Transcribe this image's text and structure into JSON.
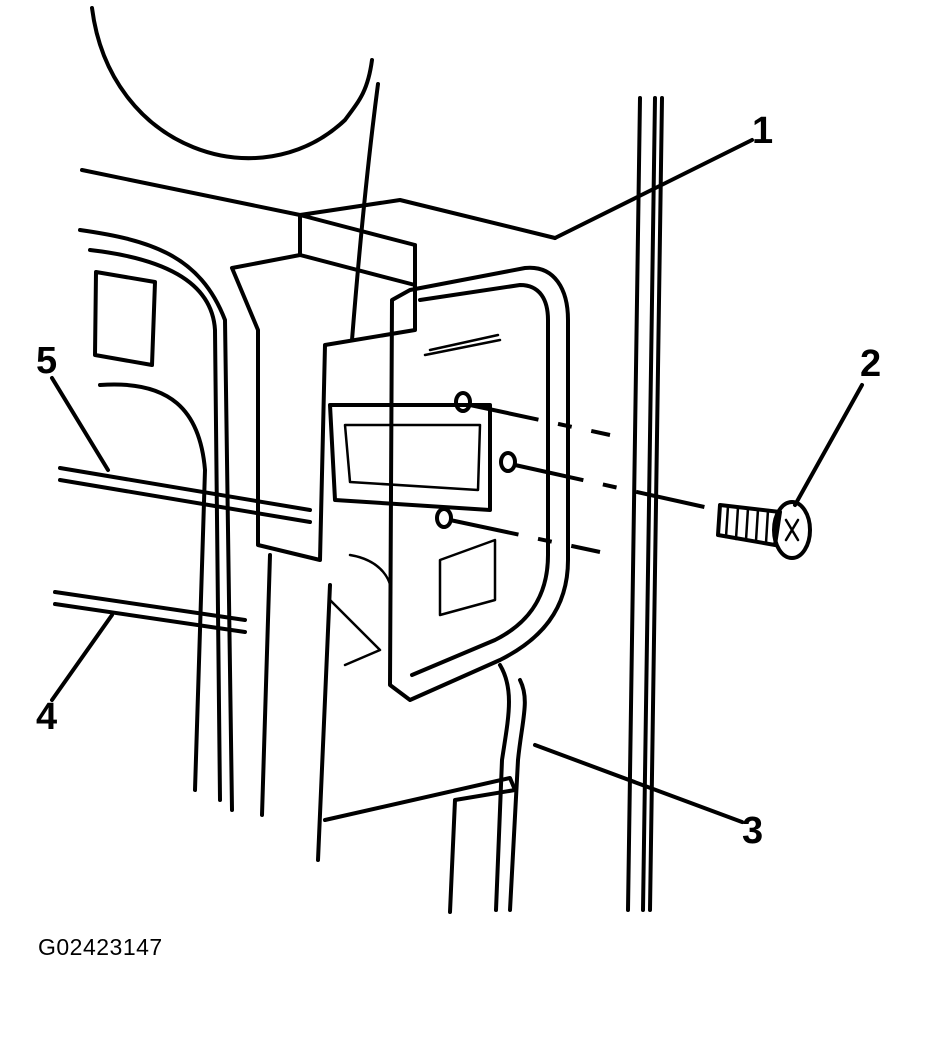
{
  "figure": {
    "id_code": "G02423147"
  },
  "callouts": [
    {
      "number": "1",
      "part": "latch-assembly"
    },
    {
      "number": "2",
      "part": "latch-bolt"
    },
    {
      "number": "3",
      "part": "door-panel"
    },
    {
      "number": "4",
      "part": "lower-rod"
    },
    {
      "number": "5",
      "part": "upper-rod"
    }
  ],
  "colors": {
    "line": "#000000",
    "background": "#ffffff"
  }
}
